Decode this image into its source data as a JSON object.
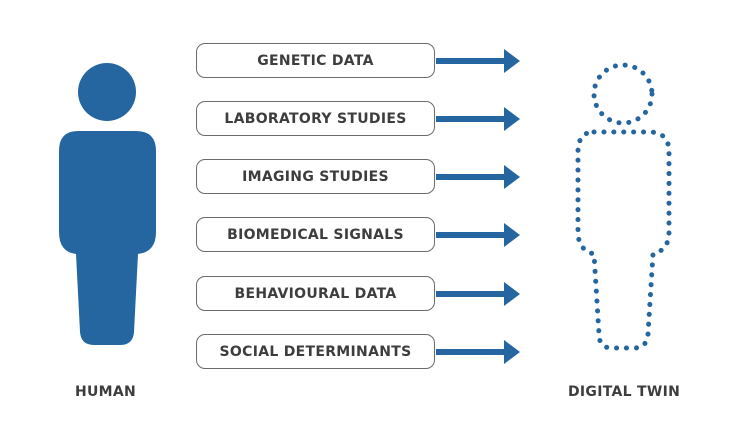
{
  "colors": {
    "accent": "#2566a0",
    "text": "#3d3d3d",
    "border": "#6b6b6b"
  },
  "sources": [
    {
      "label": "GENETIC DATA"
    },
    {
      "label": "LABORATORY STUDIES"
    },
    {
      "label": "IMAGING STUDIES"
    },
    {
      "label": "BIOMEDICAL SIGNALS"
    },
    {
      "label": "BEHAVIOURAL DATA"
    },
    {
      "label": "SOCIAL DETERMINANTS"
    }
  ],
  "captions": {
    "human": "HUMAN",
    "twin": "DIGITAL TWIN"
  },
  "icons": {
    "human": "person-solid-icon",
    "twin": "person-dotted-icon",
    "arrow": "arrow-right-icon"
  }
}
